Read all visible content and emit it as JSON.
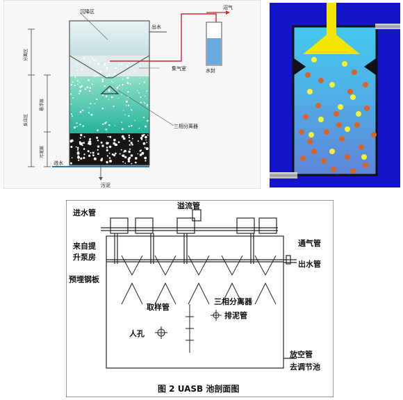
{
  "fig1": {
    "labels": {
      "settling_zone": "沉降区",
      "outlet": "出水",
      "biogas": "沼气",
      "gas_chamber": "集气室",
      "water_seal": "水封",
      "separator": "三相分离器",
      "inlet": "进水",
      "sludge_out": "污泥",
      "zone_separation": "分离区",
      "zone_suspended": "悬浮层",
      "zone_reaction": "反应区",
      "zone_sludge_bed": "污泥层"
    }
  },
  "fig3": {
    "labels": {
      "inlet_pipe": "进水管",
      "overflow_pipe": "溢流管",
      "from_pump_1": "来自提",
      "from_pump_2": "升泵房",
      "vent_pipe": "通气管",
      "outlet_pipe": "出水管",
      "steel_plate": "预埋钢板",
      "sampling_pipe": "取样管",
      "separator": "三相分离器",
      "sludge_drain": "排泥管",
      "manhole": "人孔",
      "drain_pipe": "放空管",
      "to_tank": "去调节池"
    },
    "caption": "图 2    UASB 池剖面图"
  },
  "colors": {
    "fig2_bg": "#1515c8",
    "fig2_water_top": "#43c8ee",
    "fig2_water_bottom": "#5f86d9",
    "fig2_funnel": "#f2e600",
    "fig2_bubble": "#f6f233",
    "fig2_granule": "#d8642a"
  }
}
